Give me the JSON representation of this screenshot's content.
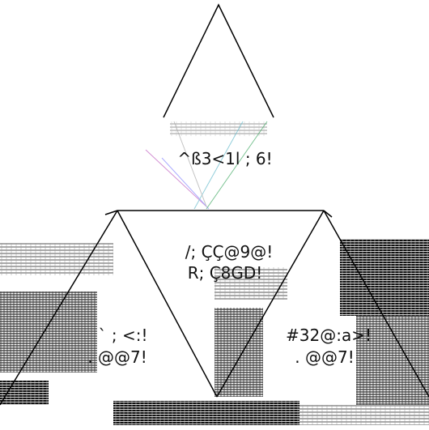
{
  "diagram": {
    "background": "#ffffff",
    "stroke_color": "#000000",
    "labels": {
      "top": "^ß3<1l ; 6!",
      "center_line1": "/; ÇÇ@9@!",
      "center_line2": "R; Ç8GD!",
      "left_line1": "` ; <:!",
      "left_line2": ". @@7!",
      "right_line1": "#32@:a>!",
      "right_line2": ". @@7!"
    }
  }
}
